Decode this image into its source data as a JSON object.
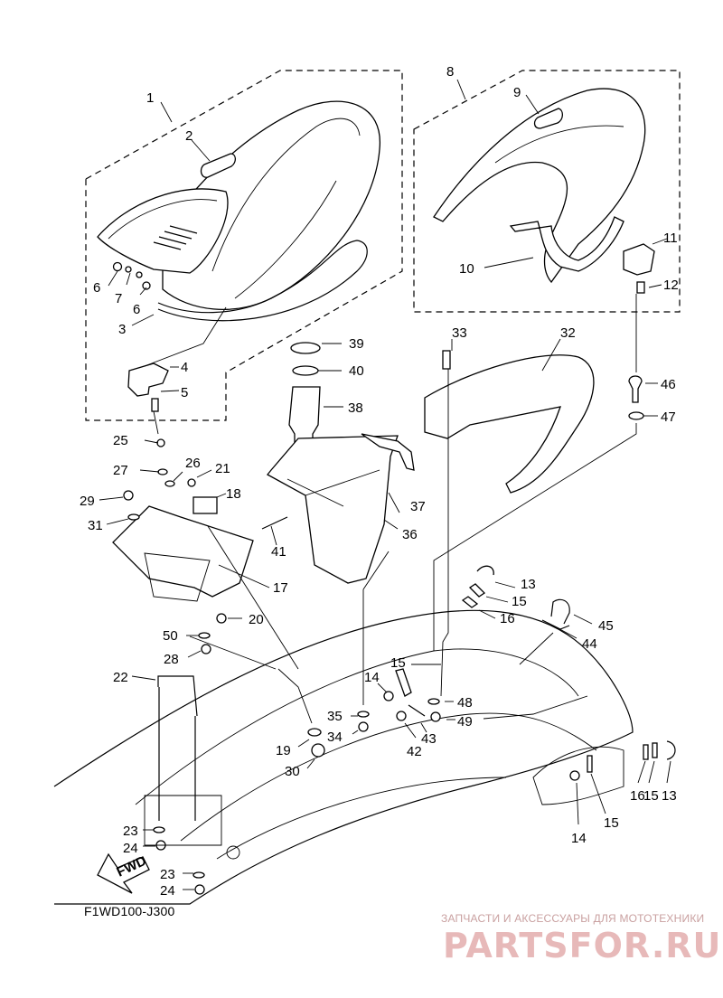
{
  "diagram": {
    "code": "F1WD100-J300",
    "fwd_label": "FWD",
    "labels": {
      "n1": "1",
      "n2": "2",
      "n3": "3",
      "n4": "4",
      "n5": "5",
      "n6a": "6",
      "n6b": "6",
      "n7": "7",
      "n8": "8",
      "n9": "9",
      "n10": "10",
      "n11": "11",
      "n12": "12",
      "n13a": "13",
      "n13b": "13",
      "n14a": "14",
      "n14b": "14",
      "n15a": "15",
      "n15b": "15",
      "n15c": "15",
      "n15d": "15",
      "n16a": "16",
      "n16b": "16",
      "n17": "17",
      "n18": "18",
      "n19": "19",
      "n20": "20",
      "n21": "21",
      "n22": "22",
      "n23a": "23",
      "n23b": "23",
      "n24a": "24",
      "n24b": "24",
      "n25": "25",
      "n26": "26",
      "n27": "27",
      "n28": "28",
      "n29": "29",
      "n30": "30",
      "n31": "31",
      "n32": "32",
      "n33": "33",
      "n34": "34",
      "n35": "35",
      "n36": "36",
      "n37": "37",
      "n38": "38",
      "n39": "39",
      "n40": "40",
      "n41": "41",
      "n42": "42",
      "n43": "43",
      "n44": "44",
      "n45": "45",
      "n46": "46",
      "n47": "47",
      "n48": "48",
      "n49": "49",
      "n50": "50"
    }
  },
  "watermark": {
    "tagline": "ЗАПЧАСТИ И АКСЕССУАРЫ ДЛЯ МОТОТЕХНИКИ",
    "brand": "PARTSFOR.RU",
    "color": "#e7b9b9"
  }
}
